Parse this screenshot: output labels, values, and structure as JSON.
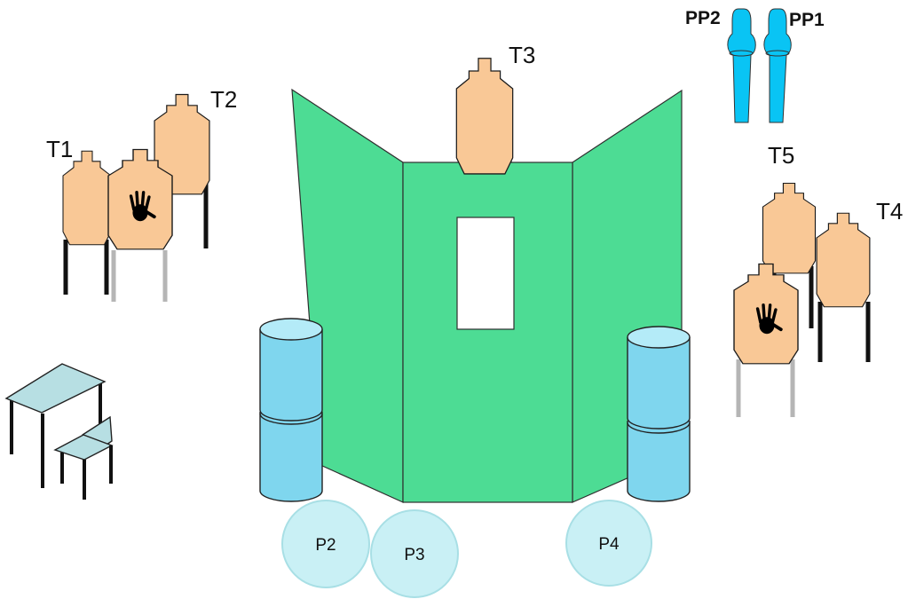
{
  "colors": {
    "target_fill": "#f9c896",
    "target_stroke": "#1a1a1a",
    "wall_fill": "#4ddc94",
    "wall_stroke": "#2f2f2f",
    "barrel_fill": "#7fd6ee",
    "barrel_top": "#b4ebf8",
    "popper_fill": "#09c4f4",
    "position_fill": "#c9f0f5",
    "table_fill": "#b7dfe3",
    "leg_dark": "#111111",
    "leg_light": "#b5b5b5",
    "window_fill": "#ffffff"
  },
  "targets": {
    "t1": {
      "label": "T1",
      "no_shoot": false
    },
    "t1b": {
      "label": "",
      "no_shoot": true,
      "icon": "hand-icon"
    },
    "t2": {
      "label": "T2",
      "no_shoot": false
    },
    "t3": {
      "label": "T3",
      "no_shoot": false
    },
    "t4": {
      "label": "T4",
      "no_shoot": false
    },
    "t5": {
      "label": "T5",
      "no_shoot": false
    },
    "t5b": {
      "label": "",
      "no_shoot": true,
      "icon": "hand-icon"
    }
  },
  "poppers": {
    "pp1": {
      "label": "PP1"
    },
    "pp2": {
      "label": "PP2"
    }
  },
  "positions": {
    "p2": {
      "label": "P2"
    },
    "p3": {
      "label": "P3"
    },
    "p4": {
      "label": "P4"
    }
  },
  "props": {
    "barrel_left": {
      "icon": "barrel-stack-icon"
    },
    "barrel_right": {
      "icon": "barrel-stack-icon"
    },
    "wall": {
      "icon": "folding-wall-icon"
    },
    "table_chair": {
      "icon": "table-and-chair-icon"
    }
  }
}
